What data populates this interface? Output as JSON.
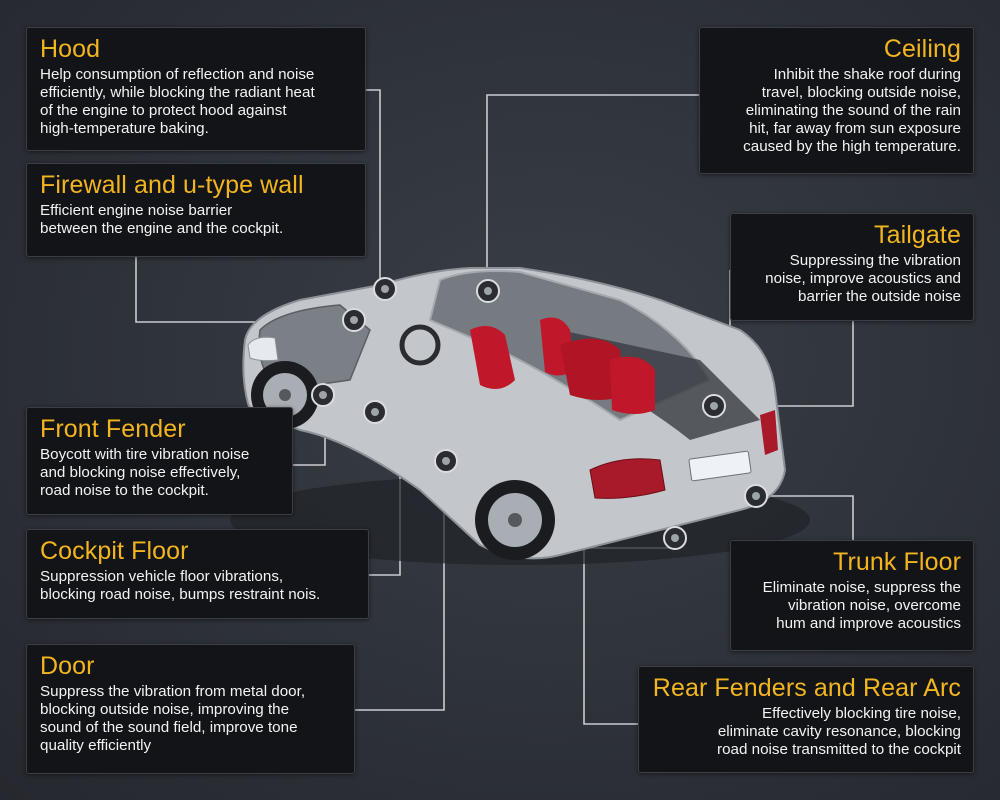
{
  "colors": {
    "background": "#2e3239",
    "card_background": "#121417",
    "title": "#f2b51f",
    "body_text": "#f3f3f3",
    "connector": "#c9ccd1",
    "car_body": "#c3c7cc",
    "seat_red": "#c0182a"
  },
  "sections": [
    {
      "key": "hood",
      "title": "Hood",
      "body": "Help consumption of reflection and noise\nefficiently, while blocking the radiant heat\nof the engine to protect hood against\nhigh-temperature baking."
    },
    {
      "key": "firewall",
      "title": "Firewall and u-type wall",
      "body": "Efficient engine noise barrier\nbetween the engine and the cockpit."
    },
    {
      "key": "front_fender",
      "title": "Front Fender",
      "body": "Boycott with tire vibration noise\nand blocking noise effectively,\nroad noise to the cockpit."
    },
    {
      "key": "cockpit_floor",
      "title": "Cockpit Floor",
      "body": "Suppression vehicle floor vibrations,\nblocking road noise, bumps restraint nois."
    },
    {
      "key": "door",
      "title": "Door",
      "body": "Suppress the vibration from metal door,\nblocking outside noise, improving the\nsound of the sound field, improve tone\nquality efficiently"
    },
    {
      "key": "ceiling",
      "title": "Ceiling",
      "body": "Inhibit the shake roof during\ntravel, blocking outside noise,\neliminating the sound of the rain\nhit, far away from sun exposure\ncaused by the high temperature."
    },
    {
      "key": "tailgate",
      "title": "Tailgate",
      "body": "Suppressing the vibration\nnoise, improve acoustics and\nbarrier the outside noise"
    },
    {
      "key": "trunk_floor",
      "title": "Trunk Floor",
      "body": "Eliminate noise, suppress the\nvibration noise, overcome\nhum and improve acoustics"
    },
    {
      "key": "rear_fenders",
      "title": "Rear Fenders and Rear Arc",
      "body": "Effectively blocking tire noise,\neliminate cavity resonance, blocking\nroad noise transmitted to the cockpit"
    }
  ]
}
